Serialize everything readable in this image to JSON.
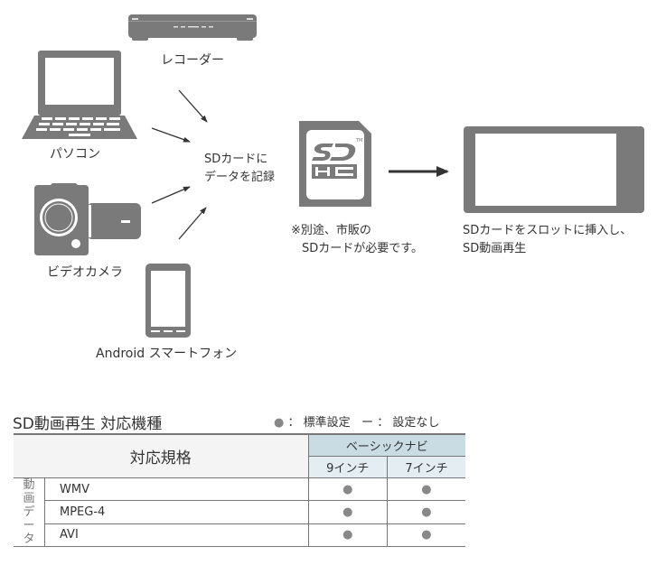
{
  "diagram": {
    "devices": {
      "recorder": "レコーダー",
      "pc": "パソコン",
      "video_camera": "ビデオカメラ",
      "android": "Android スマートフォン"
    },
    "record_label": [
      "SDカードに",
      "データを記録"
    ],
    "sd_card_logo": {
      "top": "SD",
      "bottom": "HC",
      "tm": "TM"
    },
    "sd_note": [
      "※別途、市販の",
      "SDカードが必要です。"
    ],
    "playback_label": [
      "SDカードをスロットに挿入し、",
      "SD動画再生"
    ],
    "icon_color": "#7a7a7a"
  },
  "table": {
    "title": "SD動画再生 対応機種",
    "legend": {
      "dot_symbol": "●",
      "dot_label": "： 標準設定",
      "dash_symbol": "ー",
      "dash_label": "： 設定なし"
    },
    "header_main": "対応規格",
    "group_header": "ベーシックナビ",
    "columns": [
      "9インチ",
      "7インチ"
    ],
    "category": "動画データ",
    "category_chars": [
      "動",
      "画",
      "デ",
      "ー",
      "タ"
    ],
    "rows": [
      {
        "format": "WMV",
        "values": [
          "●",
          "●"
        ]
      },
      {
        "format": "MPEG-4",
        "values": [
          "●",
          "●"
        ]
      },
      {
        "format": "AVI",
        "values": [
          "●",
          "●"
        ]
      }
    ],
    "colors": {
      "group_header_bg": "#c9dce4",
      "sub_header_bg": "#e3edf2",
      "mark": "#888888"
    }
  }
}
